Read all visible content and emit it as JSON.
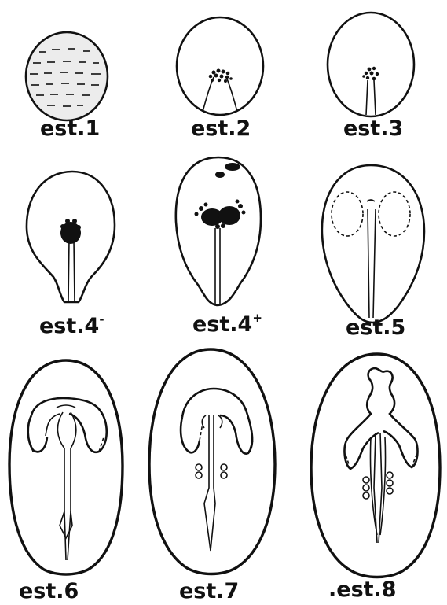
{
  "stages": [
    {
      "id": "1",
      "label": "est.1"
    },
    {
      "id": "2",
      "label": "est.2"
    },
    {
      "id": "3",
      "label": "est.3"
    },
    {
      "id": "4-",
      "label": "est.4",
      "sup": "-"
    },
    {
      "id": "4+",
      "label": "est.4",
      "sup": "+"
    },
    {
      "id": "5",
      "label": "est.5"
    },
    {
      "id": "6",
      "label": "est.6"
    },
    {
      "id": "7",
      "label": "est.7"
    },
    {
      "id": "8",
      "label": ".est.8"
    }
  ]
}
